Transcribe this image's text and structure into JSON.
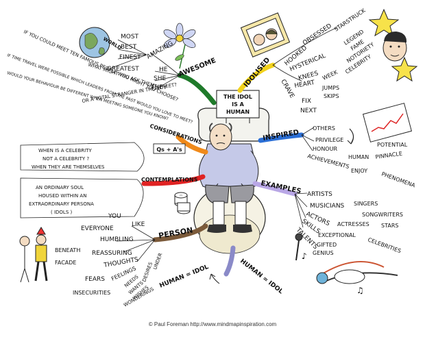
{
  "center": {
    "line1": "THE IDOL",
    "line2": "IS A",
    "line3": "HUMAN"
  },
  "colors": {
    "awesome": "#1f7a2a",
    "idolised": "#f2d21c",
    "inspired": "#2b6fd6",
    "considerations": "#f08a1a",
    "contemplations": "#e02323",
    "examples": "#b9a7e6",
    "person": "#7b5a3a",
    "human_idol": "#8a8ac8"
  },
  "awesome": {
    "label": "AWESOME",
    "amazing": "AMAZING",
    "world": "WORLD",
    "most": "MOST",
    "best": "BEST",
    "finest": "FINEST",
    "greatest": "GREATEST",
    "he": "HE",
    "she": "SHE",
    "they": "THEY"
  },
  "idolised": {
    "label": "IDOLISED",
    "hooked": "HOOKED",
    "hysterical": "HYSTERICAL",
    "obsessed": "OBSESSED",
    "starstruck": "STARSTRUCK",
    "legend": "LEGEND",
    "fame": "FAME",
    "notoriety": "NOTORIETY",
    "celebrity": "CELEBRITY",
    "crave": "CRAVE",
    "knees": "KNEES",
    "week": "WEEK",
    "heart": "HEART",
    "jumps": "JUMPS",
    "skips": "SKIPS",
    "fix": "FIX",
    "next": "NEXT"
  },
  "inspired": {
    "label": "INSPIRED",
    "others": "OTHERS",
    "privilege": "PRIVILEGE",
    "honour": "HONOUR",
    "achievements": "ACHIEVEMENTS",
    "human": "HUMAN",
    "potential": "POTENTIAL",
    "pinnacle": "PINNACLE",
    "phenomena": "PHENOMENA",
    "enjoy": "ENJOY"
  },
  "considerations": {
    "label": "CONSIDERATIONS",
    "qa": "Qs + A's",
    "q1": "IF YOU COULD MEET TEN FAMOUS PEOPLE WHO MIGHT YOU CHOOSE?",
    "q2": "WHAT MIGHT YOU ASK THEM?",
    "q3": "IF TIME TRAVEL WERE POSSIBLE WHICH LEADERS FROM THE PAST WOULD YOU LOVE TO MEET?",
    "q4": "WOULD YOUR BEHAVIOUR BE DIFFERENT WHEN MEETING SOMEONE YOU KNOW?",
    "q5": "OR A TOTAL STRANGER IN THE STREET?"
  },
  "contemplations": {
    "label": "CONTEMPLATIONS",
    "c1a": "WHEN IS A CELEBRITY",
    "c1b": "NOT A CELEBRITY ?",
    "c1c": "WHEN THEY ARE THEMSELVES",
    "c2a": "AN ORDINARY SOUL",
    "c2b": "HOUSED WITHIN AN",
    "c2c": "EXTRAORDINARY PERSONA",
    "c2d": "( IDOLS )"
  },
  "examples": {
    "label": "EXAMPLES",
    "artists": "ARTISTS",
    "musicians": "MUSICIANS",
    "actors": "ACTORS",
    "skills": "SKILLS",
    "talents": "TALENTS",
    "singers": "SINGERS",
    "songwriters": "SONGWRITERS",
    "actresses": "ACTRESSES",
    "stars": "STARS",
    "exceptional": "EXCEPTIONAL",
    "gifted": "GIFTED",
    "genius": "GENIUS",
    "celebrities": "CELEBRITIES"
  },
  "person": {
    "label": "PERSON",
    "you": "YOU",
    "like": "LIKE",
    "everyone": "EVERYONE",
    "humbling": "HUMBLING",
    "reassuring": "REASSURING",
    "beneath": "BENEATH",
    "facade": "FACADE",
    "thoughts": "THOUGHTS",
    "feelings": "FEELINGS",
    "fears": "FEARS",
    "insecurities": "INSECURITIES",
    "needs": "NEEDS",
    "wants": "WANTS",
    "wishes": "WISHES",
    "wonderings": "WONDERINGS",
    "desires": "DESIRES",
    "under": "UNDER"
  },
  "equations": {
    "left": "HUMAN = IDOL",
    "right": "HUMAN = IDOL"
  },
  "credit": "© Paul Foreman  http://www.mindmapinspiration.com"
}
